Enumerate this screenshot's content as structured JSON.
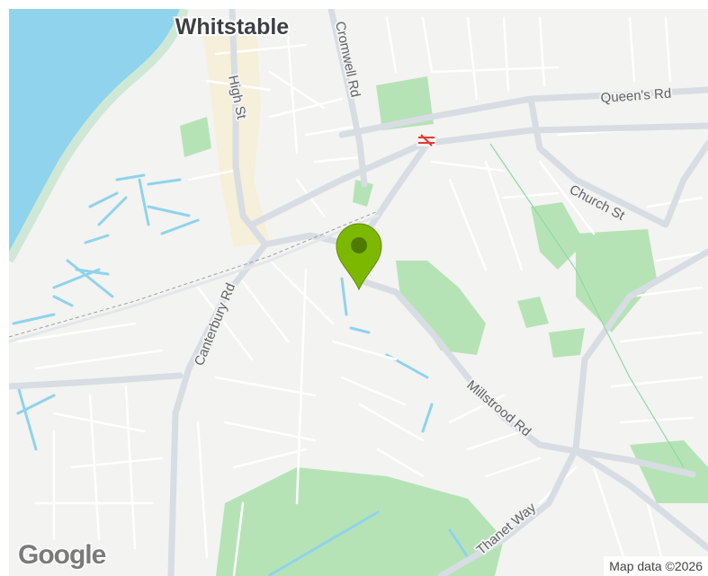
{
  "map": {
    "town_label": "Whitstable",
    "roads": {
      "cromwell": "Cromwell Rd",
      "high_st": "High St",
      "queens": "Queen's Rd",
      "church": "Church St",
      "canterbury": "Canterbury Rd",
      "millstrood": "Millstrood Rd",
      "thanet": "Thanet Way"
    },
    "logo": "Google",
    "attribution": "Map data ©2026",
    "marker_color": "#7cb800",
    "water_color": "#8fd3ec",
    "park_color": "#b6e3b6"
  }
}
